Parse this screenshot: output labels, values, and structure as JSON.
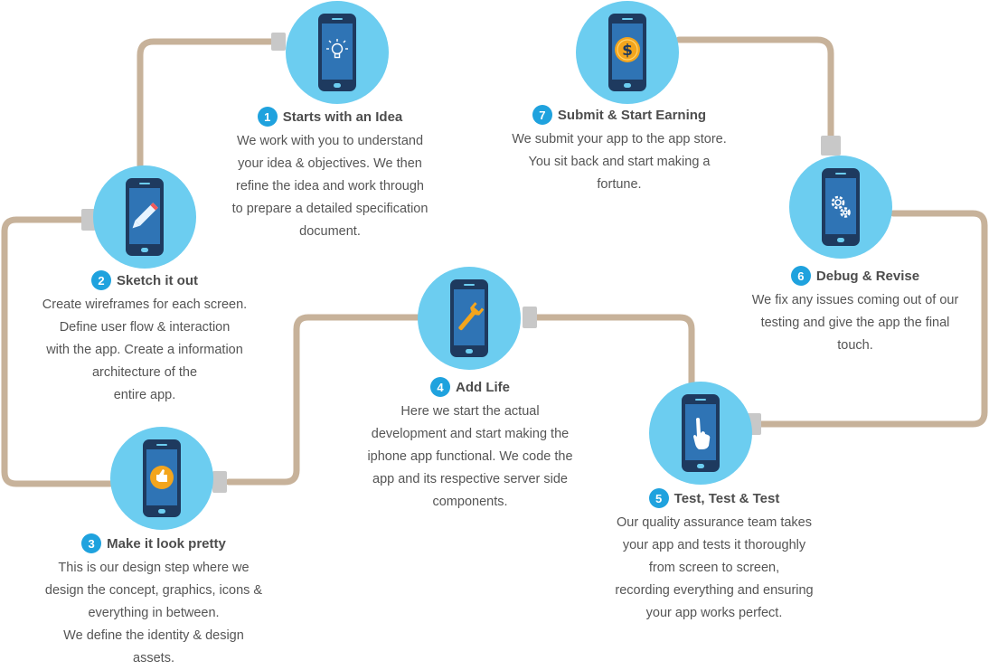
{
  "colors": {
    "wire": "#c7b29a",
    "plug": "#c8c8c8",
    "node": "#6ccdf0",
    "phone": "#1e3a5f",
    "screen": "#2f74b5",
    "number_badge": "#1fa2de",
    "accent_yellow": "#f3a51d"
  },
  "steps": [
    {
      "number": "1",
      "title": "Starts with an Idea",
      "icon": "lightbulb-icon",
      "description": "We work with you to understand\nyour idea & objectives. We then\nrefine the idea and work through\nto prepare a detailed specification\ndocument."
    },
    {
      "number": "2",
      "title": "Sketch it out",
      "icon": "pencil-icon",
      "description": "Create wireframes for each screen.\nDefine user flow & interaction\nwith the app. Create a information\narchitecture of the\nentire app."
    },
    {
      "number": "3",
      "title": "Make it look pretty",
      "icon": "thumbs-up-icon",
      "description": "This is our design step where we\ndesign the concept, graphics, icons &\neverything in between.\nWe define the identity & design\nassets."
    },
    {
      "number": "4",
      "title": "Add Life",
      "icon": "wrench-icon",
      "description": "Here we start the actual\ndevelopment and start making the\niphone app functional. We code the\napp and its respective server side\ncomponents."
    },
    {
      "number": "5",
      "title": "Test, Test & Test",
      "icon": "hand-pointer-icon",
      "description": "Our quality assurance team takes\nyour app and tests it thoroughly\nfrom screen to screen,\nrecording everything and ensuring\nyour app works perfect."
    },
    {
      "number": "6",
      "title": "Debug & Revise",
      "icon": "gears-icon",
      "description": "We fix any issues coming out of our\ntesting and give the app the final\ntouch."
    },
    {
      "number": "7",
      "title": "Submit & Start Earning",
      "icon": "dollar-coin-icon",
      "description": "We submit your app to the app store.\nYou sit back and start making a\nfortune."
    }
  ]
}
